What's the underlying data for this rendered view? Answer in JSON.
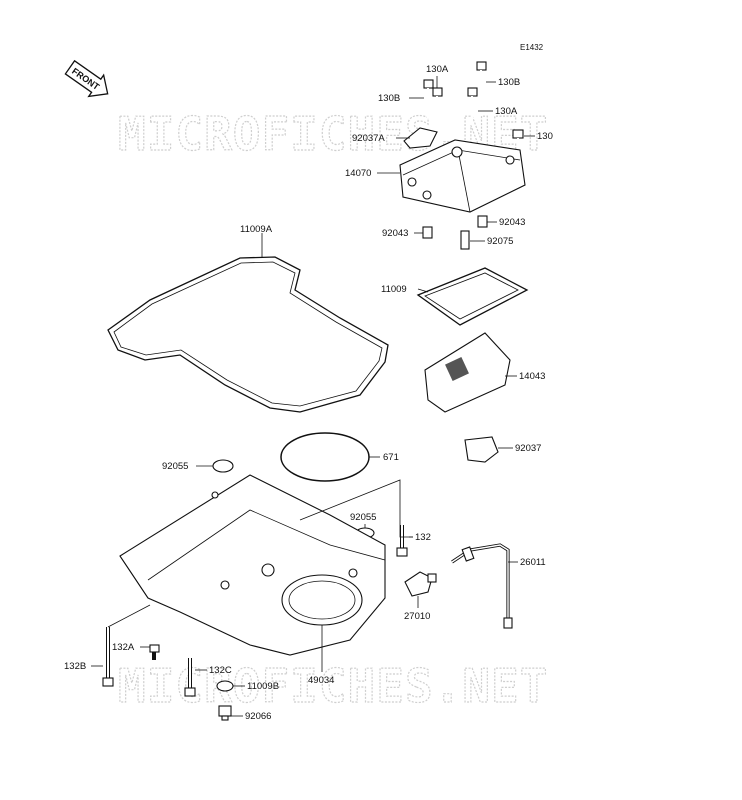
{
  "diagram": {
    "code": "E1432",
    "front_label": "FRONT",
    "watermark": "MICROFICHES.NET",
    "parts": [
      {
        "id": "130A_top",
        "label": "130A"
      },
      {
        "id": "130B_right",
        "label": "130B"
      },
      {
        "id": "130B_left",
        "label": "130B"
      },
      {
        "id": "130A_right",
        "label": "130A"
      },
      {
        "id": "130",
        "label": "130"
      },
      {
        "id": "92037A",
        "label": "92037A"
      },
      {
        "id": "14070",
        "label": "14070"
      },
      {
        "id": "92043_right",
        "label": "92043"
      },
      {
        "id": "92043_left",
        "label": "92043"
      },
      {
        "id": "92075",
        "label": "92075"
      },
      {
        "id": "11009A",
        "label": "11009A"
      },
      {
        "id": "11009",
        "label": "11009"
      },
      {
        "id": "14043",
        "label": "14043"
      },
      {
        "id": "92037",
        "label": "92037"
      },
      {
        "id": "92055_left",
        "label": "92055"
      },
      {
        "id": "671",
        "label": "671"
      },
      {
        "id": "92055_mid",
        "label": "92055"
      },
      {
        "id": "132",
        "label": "132"
      },
      {
        "id": "26011",
        "label": "26011"
      },
      {
        "id": "27010",
        "label": "27010"
      },
      {
        "id": "132A",
        "label": "132A"
      },
      {
        "id": "132B",
        "label": "132B"
      },
      {
        "id": "132C",
        "label": "132C"
      },
      {
        "id": "49034",
        "label": "49034"
      },
      {
        "id": "11009B",
        "label": "11009B"
      },
      {
        "id": "92066",
        "label": "92066"
      }
    ]
  }
}
